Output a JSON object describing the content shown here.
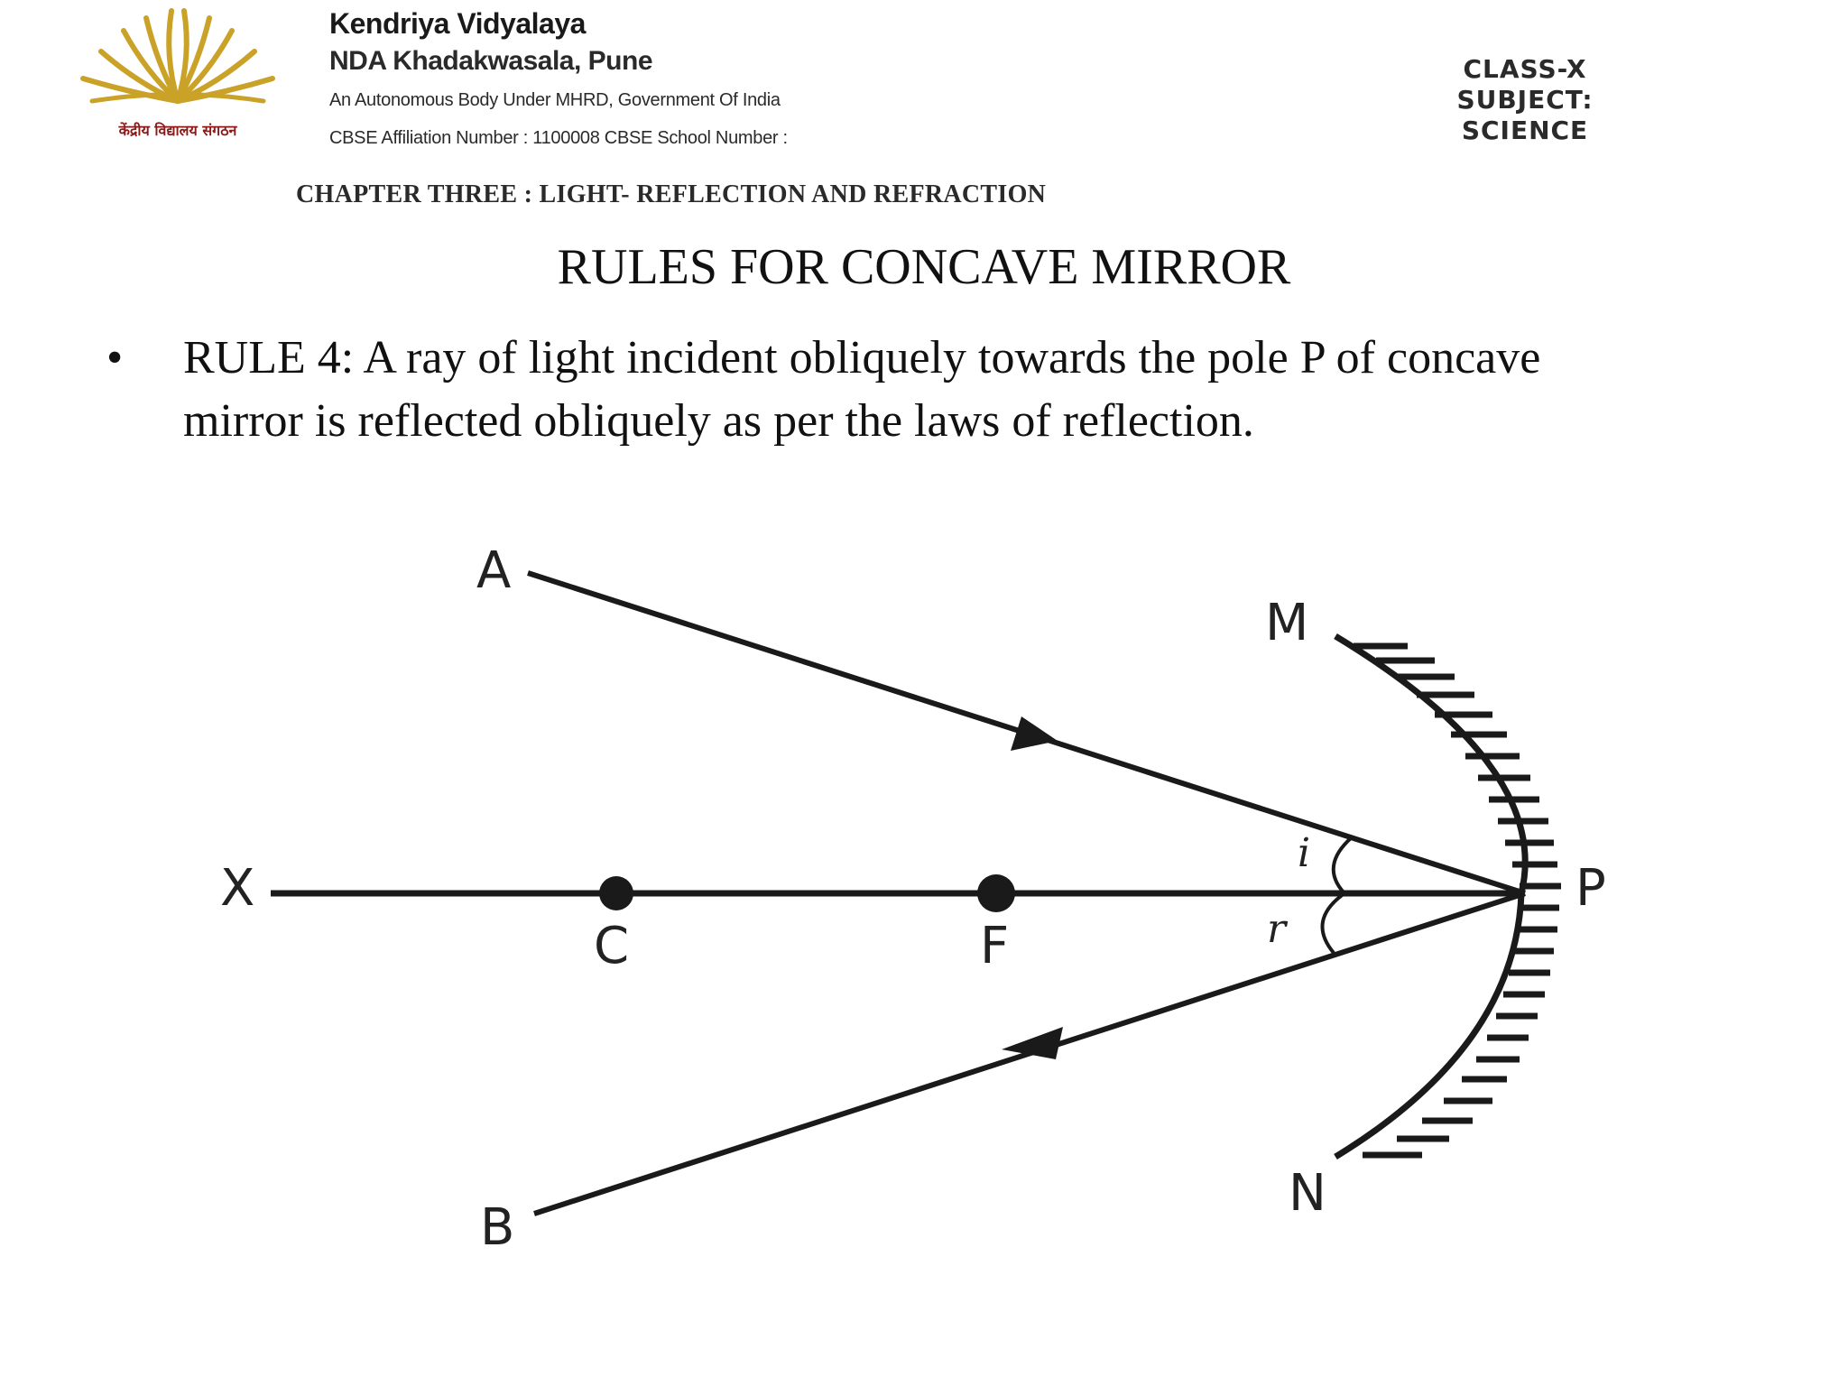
{
  "header": {
    "school_name": "Kendriya Vidyalaya",
    "campus": "NDA Khadakwasala, Pune",
    "body_line": "An Autonomous Body Under MHRD, Government Of India",
    "affiliation_line": "CBSE Affiliation Number : 1100008 CBSE School Number :",
    "logo_hindi_text": "केंद्रीय विद्यालय संगठन",
    "class_line": "CLASS-X",
    "subject_line1": "SUBJECT:",
    "subject_line2": "SCIENCE",
    "chapter": "CHAPTER THREE : LIGHT- REFLECTION AND REFRACTION"
  },
  "slide": {
    "title": "RULES FOR CONCAVE MIRROR",
    "bullet": "•",
    "rule_text_line1": "RULE 4: A ray of light incident obliquely towards the pole P of concave",
    "rule_text_line2": "mirror is reflected obliquely as per the laws of reflection."
  },
  "diagram": {
    "labels": {
      "A": "A",
      "B": "B",
      "M": "M",
      "N": "N",
      "X": "X",
      "C": "C",
      "F": "F",
      "P": "P",
      "i": "i",
      "r": "r"
    },
    "colors": {
      "line": "#1a1a1a",
      "logo_rays": "#c9a227",
      "logo_text": "#8b1a1a"
    }
  }
}
